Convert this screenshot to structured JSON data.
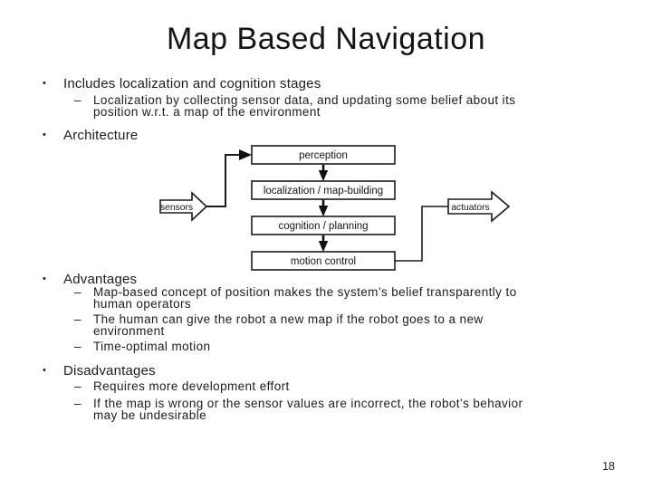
{
  "slide": {
    "title": "Map Based Navigation",
    "page_number": "18"
  },
  "markers": {
    "bullet": "•",
    "dash": "–"
  },
  "bullets": [
    {
      "label": "Includes localization and cognition stages",
      "subs": [
        {
          "lines": [
            "Localization by collecting sensor data, and updating some belief about its",
            "position w.r.t. a map of the environment"
          ]
        }
      ]
    },
    {
      "label": "Architecture",
      "subs": []
    },
    {
      "label": "Advantages",
      "subs": [
        {
          "lines": [
            "Map-based concept of position makes the system’s belief transparently to",
            "human operators"
          ]
        },
        {
          "lines": [
            "The human can give the robot a new map if the robot goes to a new",
            "environment"
          ]
        },
        {
          "lines": [
            "Time-optimal motion"
          ]
        }
      ]
    },
    {
      "label": "Disadvantages",
      "subs": [
        {
          "lines": [
            "Requires more development effort"
          ]
        },
        {
          "lines": [
            "If the map is wrong or the sensor values are incorrect, the robot’s behavior",
            "may be undesirable"
          ]
        }
      ]
    }
  ],
  "diagram": {
    "boxes": [
      "perception",
      "localization / map-building",
      "cognition / planning",
      "motion control"
    ],
    "sensors_label": "sensors",
    "actuators_label": "actuators",
    "line_color": "#1b1b1b"
  }
}
